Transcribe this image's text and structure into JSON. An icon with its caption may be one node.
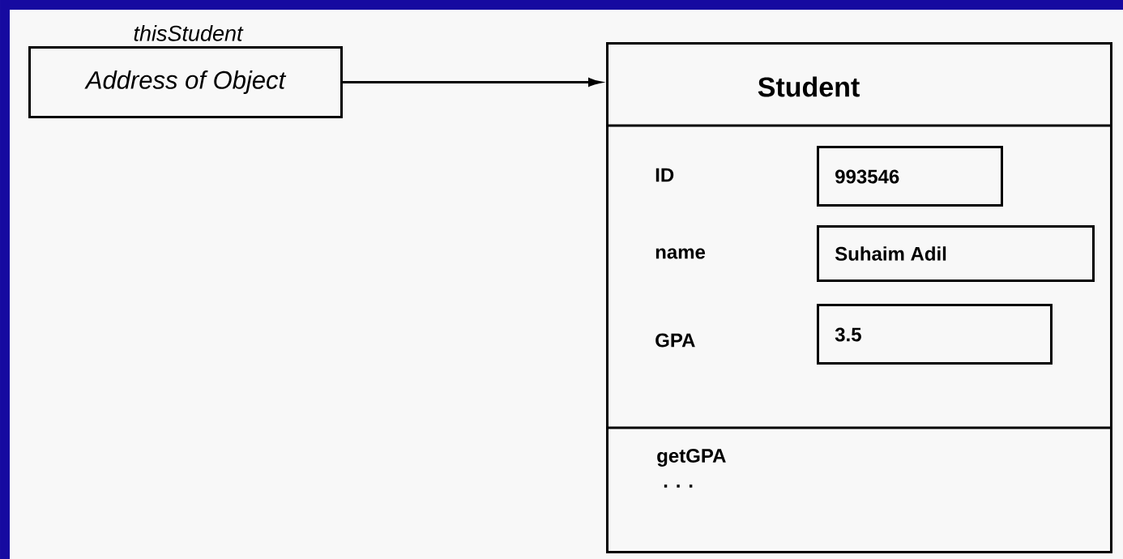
{
  "diagram": {
    "nodes": [
      {
        "text": [
          "thisStudent",
          "Address of Object"
        ]
      },
      {
        "text": [
          "Student"
        ]
      },
      {
        "text": [
          "993546"
        ],
        "in": 1
      },
      {
        "text": [
          "Suhaim Adil"
        ],
        "in": 1
      },
      {
        "text": [
          "3.5"
        ],
        "in": 1
      }
    ],
    "edges": [
      {
        "from": 0,
        "to": 1,
        "arrow": "to"
      }
    ],
    "labels": [
      "ID",
      "name",
      "GPA",
      "getGPA",
      ". . ."
    ]
  }
}
